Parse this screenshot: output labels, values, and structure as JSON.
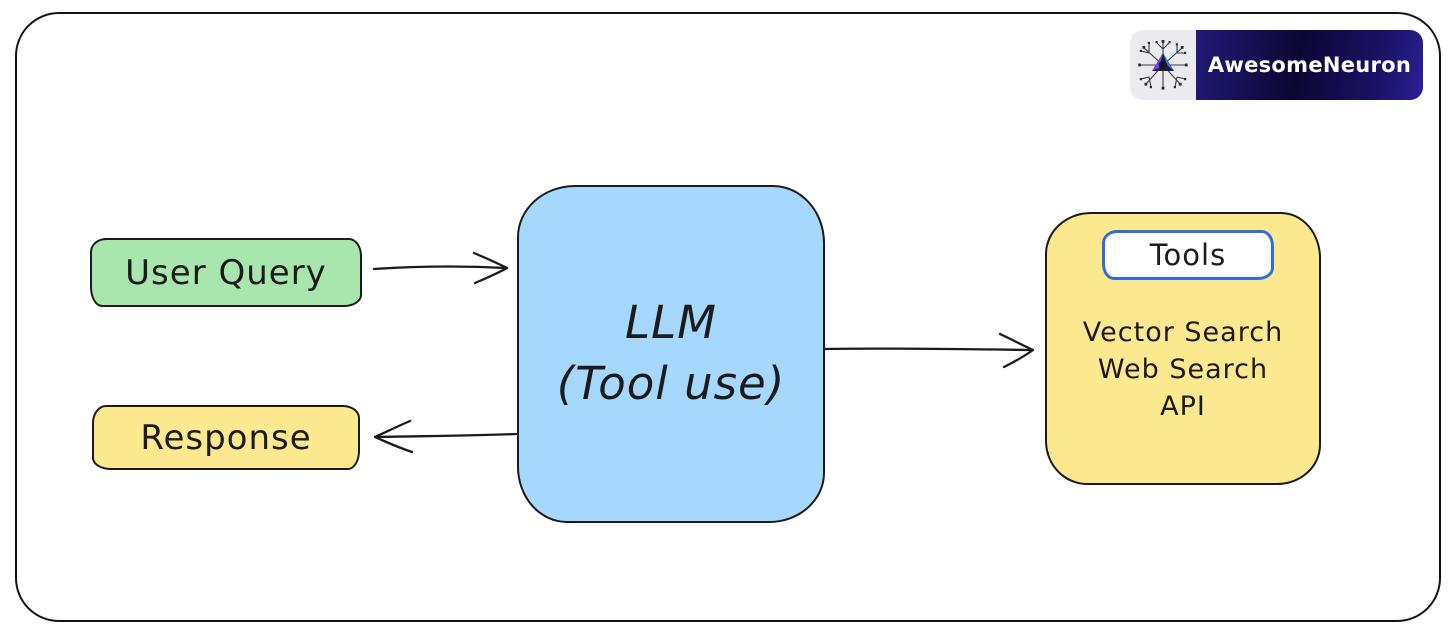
{
  "brand": {
    "name": "AwesomeNeuron"
  },
  "diagram": {
    "user_query": {
      "label": "User Query"
    },
    "response": {
      "label": "Response"
    },
    "llm": {
      "line1": "LLM",
      "line2": "(Tool use)"
    },
    "tools": {
      "title": "Tools",
      "items": [
        "Vector Search",
        "Web Search",
        "API"
      ]
    },
    "arrows": [
      {
        "name": "user-query-to-llm",
        "from": "user_query",
        "to": "llm",
        "direction": "right"
      },
      {
        "name": "llm-to-response",
        "from": "llm",
        "to": "response",
        "direction": "left"
      },
      {
        "name": "llm-to-tools",
        "from": "llm",
        "to": "tools",
        "direction": "right"
      }
    ]
  },
  "colors": {
    "user_query_fill": "#a8e6ae",
    "response_fill": "#fce88f",
    "llm_fill": "#a5d8fc",
    "tools_fill": "#fce88f",
    "tools_badge_border": "#2e6ed6",
    "stroke": "#1b1b1b",
    "frame_stroke": "#141414",
    "logo_navy": "#0b0733",
    "logo_text": "#ffffff"
  }
}
